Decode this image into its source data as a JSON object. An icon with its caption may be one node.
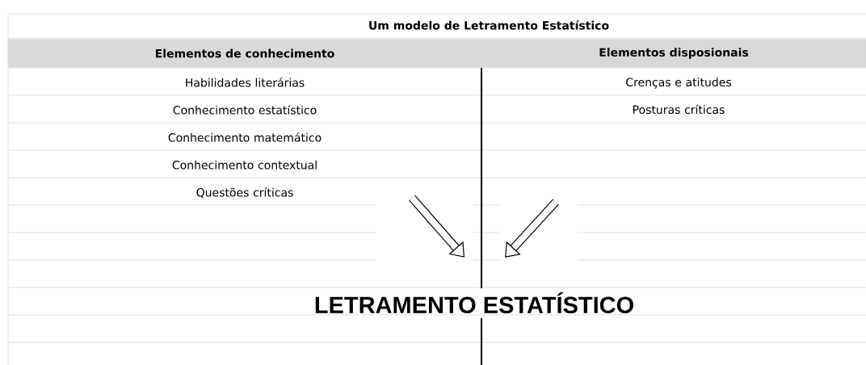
{
  "diagram": {
    "title": "Um modelo de Letramento Estatístico",
    "nodes": [
      {
        "text": [
          "Elementos de conhecimento"
        ]
      },
      {
        "text": [
          "Elementos disposionais"
        ]
      },
      {
        "text": [
          "Habilidades literárias",
          "Conhecimento estatístico",
          "Conhecimento matemático",
          "Conhecimento contextual",
          "Questões críticas"
        ]
      },
      {
        "text": [
          "Crenças e atitudes",
          "Posturas críticas"
        ]
      },
      {
        "text": [
          "LETRAMENTO ESTATÍSTICO"
        ]
      }
    ],
    "edges": [
      {
        "from": null,
        "to": 4,
        "arrow": "to"
      },
      {
        "from": null,
        "to": 4,
        "arrow": "to"
      }
    ]
  }
}
